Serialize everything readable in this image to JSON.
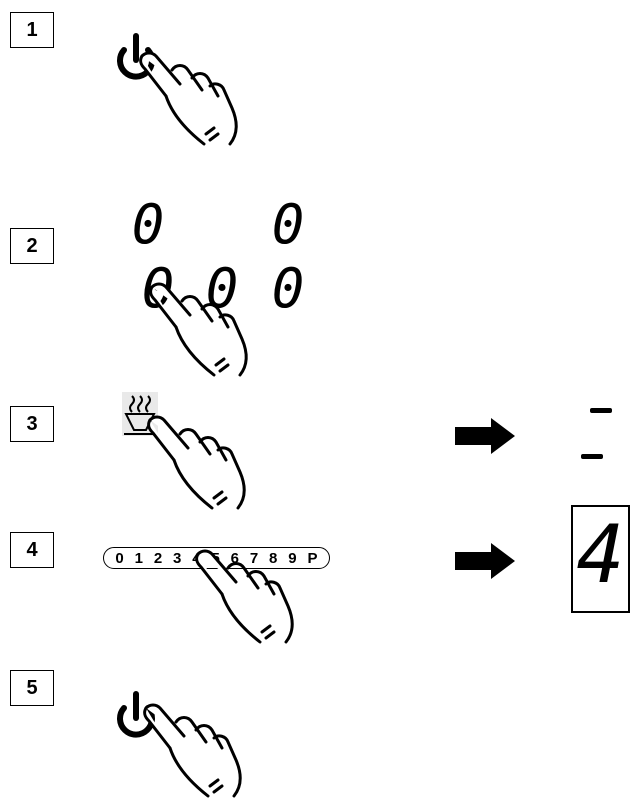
{
  "steps": [
    {
      "number": "1"
    },
    {
      "number": "2"
    },
    {
      "number": "3"
    },
    {
      "number": "4"
    },
    {
      "number": "5"
    }
  ],
  "step2_display": {
    "top_left": "0",
    "top_right": "0",
    "bottom_left": "0",
    "bottom_middle": "0",
    "bottom_right": "0"
  },
  "step3_result": {
    "dash_top": "-",
    "dash_bottom": "-"
  },
  "step4_scale": [
    "0",
    "1",
    "2",
    "3",
    "4",
    "5",
    "6",
    "7",
    "8",
    "9",
    "P"
  ],
  "step4_result": {
    "value": "4"
  },
  "icons": {
    "power": "power-icon",
    "hand": "pointing-hand-icon",
    "keep_warm": "keep-warm-pot-icon",
    "arrow": "arrow-right-icon"
  }
}
